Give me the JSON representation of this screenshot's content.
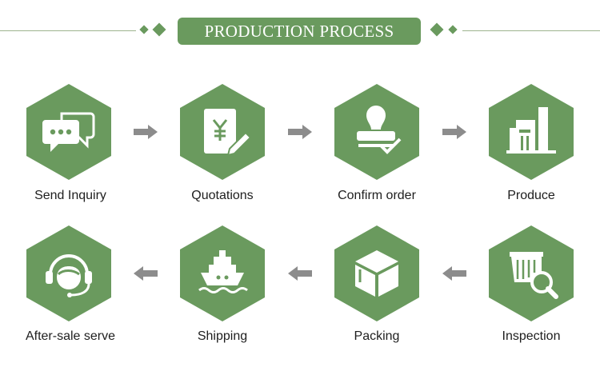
{
  "header": {
    "title": "PRODUCTION PROCESS"
  },
  "colors": {
    "accent": "#6a9a5e",
    "arrow": "#8c8c8c",
    "text": "#1e1e1e"
  },
  "steps": [
    {
      "label": "Send Inquiry",
      "icon": "chat-bubbles-icon"
    },
    {
      "label": "Quotations",
      "icon": "yen-document-icon"
    },
    {
      "label": "Confirm order",
      "icon": "stamp-check-icon"
    },
    {
      "label": "Produce",
      "icon": "factory-icon"
    },
    {
      "label": "Inspection",
      "icon": "container-search-icon"
    },
    {
      "label": "Packing",
      "icon": "box-icon"
    },
    {
      "label": "Shipping",
      "icon": "ship-icon"
    },
    {
      "label": "After-sale serve",
      "icon": "headset-agent-icon"
    }
  ]
}
